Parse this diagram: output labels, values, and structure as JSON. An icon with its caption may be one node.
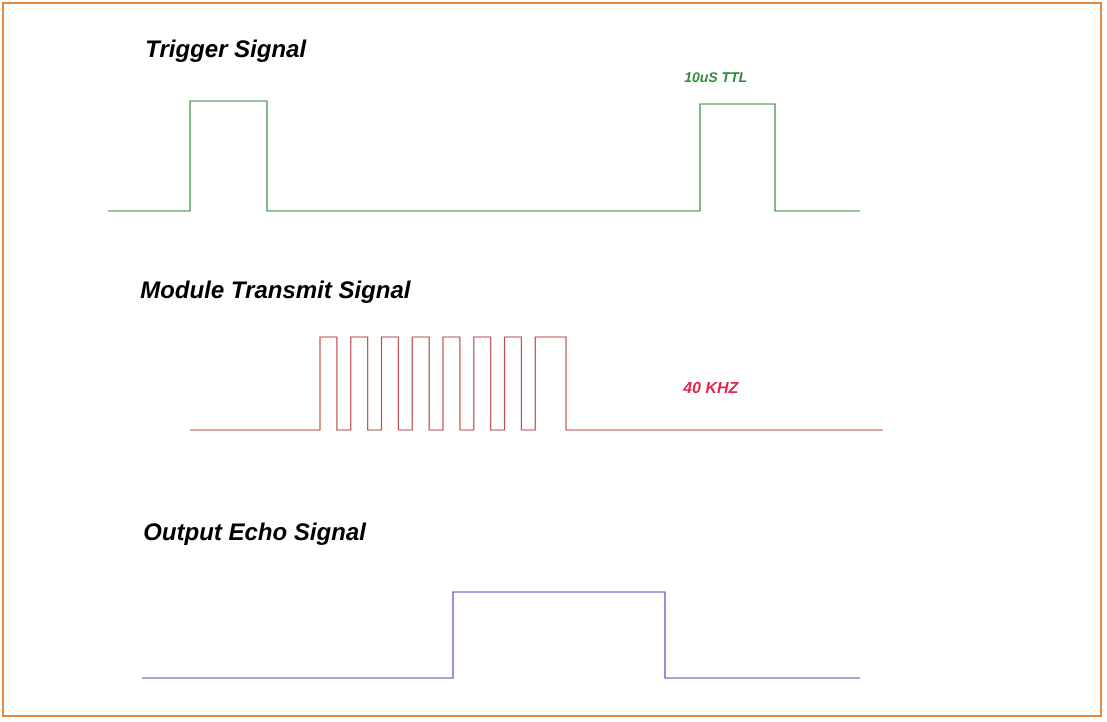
{
  "diagram": {
    "labels": [
      "Trigger Signal",
      "10uS TTL",
      "Module Transmit Signal",
      "40 KHZ",
      "Output Echo Signal"
    ]
  }
}
